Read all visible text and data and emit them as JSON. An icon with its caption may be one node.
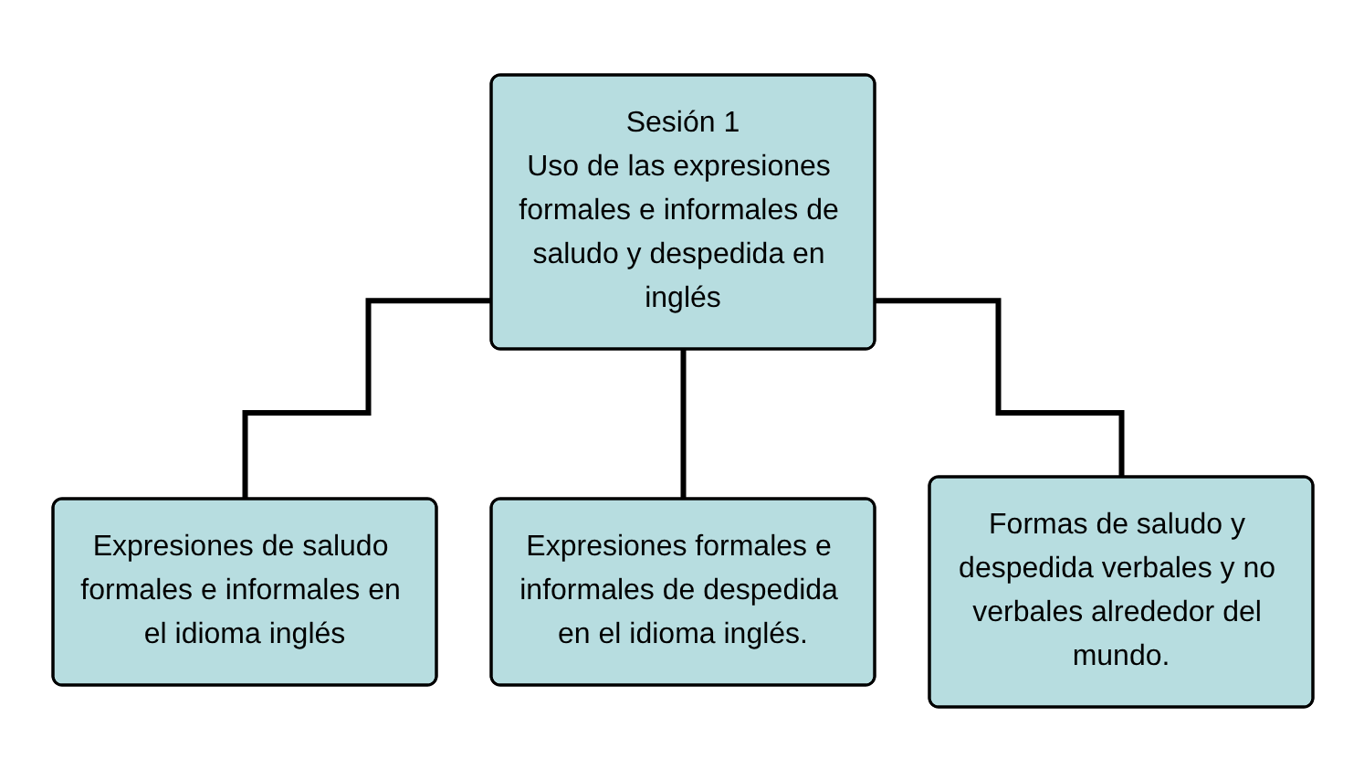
{
  "diagram": {
    "nodes": [
      {
        "text": [
          "Sesión 1",
          "Uso de las expresiones formales e informales de saludo y despedida en inglés"
        ]
      },
      {
        "text": [
          "Expresiones de saludo formales e informales en el idioma inglés"
        ]
      },
      {
        "text": [
          "Expresiones formales e informales de despedida en el idioma inglés."
        ]
      },
      {
        "text": [
          "Formas de saludo y despedida verbales y no verbales alrededor del mundo."
        ]
      }
    ],
    "edges": [
      {
        "from": 0,
        "to": 1,
        "arrow": "none"
      },
      {
        "from": 0,
        "to": 2,
        "arrow": "none"
      },
      {
        "from": 0,
        "to": 3,
        "arrow": "none"
      }
    ]
  }
}
